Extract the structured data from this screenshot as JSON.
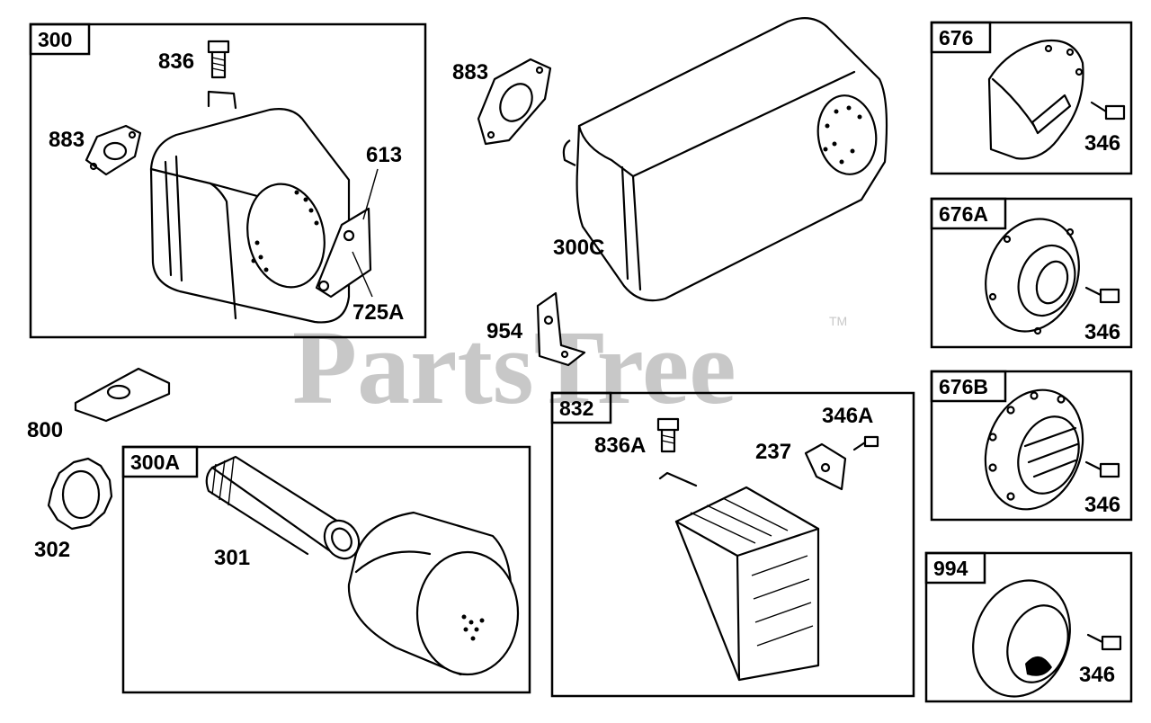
{
  "watermark": {
    "brand": "PartsTree",
    "trademark": "TM"
  },
  "groups": [
    {
      "tag": "300"
    },
    {
      "tag": "300A"
    },
    {
      "tag": "676"
    },
    {
      "tag": "676A"
    },
    {
      "tag": "676B"
    },
    {
      "tag": "832"
    },
    {
      "tag": "994"
    }
  ],
  "labels": {
    "g300_836": "836",
    "g300_883": "883",
    "g300_613": "613",
    "g300_725A": "725A",
    "top_883": "883",
    "p300C": "300C",
    "p954": "954",
    "p800": "800",
    "p302": "302",
    "p301": "301",
    "g832_836A": "836A",
    "g832_346A": "346A",
    "g832_237": "237",
    "g676_346": "346",
    "g676A_346": "346",
    "g676B_346": "346",
    "g994_346": "346"
  }
}
